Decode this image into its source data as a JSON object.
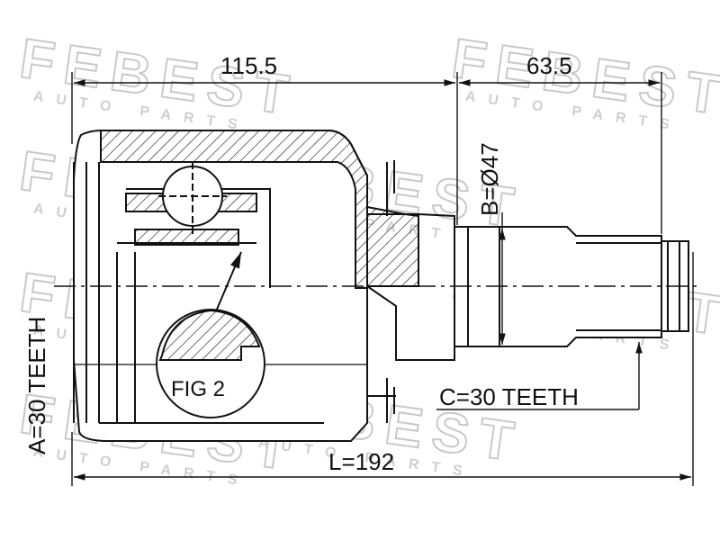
{
  "watermark": {
    "brand": "FEBEST",
    "tagline": "AUTO PARTS",
    "color": "#c9c9c9"
  },
  "dimensions": {
    "housing_length": "115.5",
    "shaft_length": "63.5",
    "shaft_diameter": "B=Ø47",
    "inner_spline": "A=30 TEETH",
    "outer_spline": "C=30 TEETH",
    "total_length": "L=192"
  },
  "callouts": {
    "detail": "FIG 2"
  },
  "colors": {
    "line": "#111111",
    "background": "#ffffff"
  }
}
